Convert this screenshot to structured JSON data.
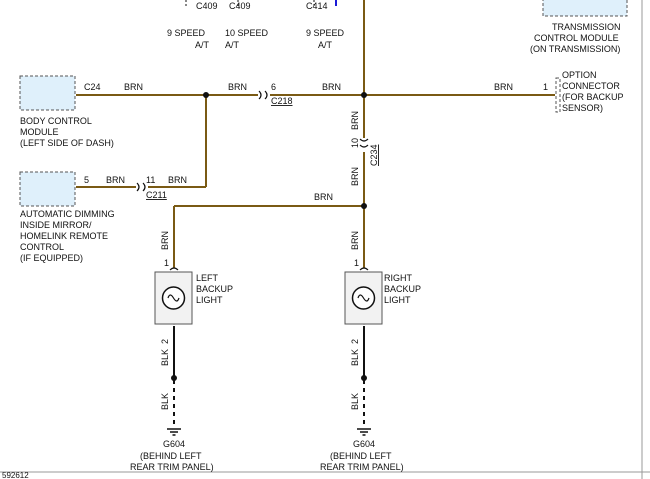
{
  "diagram_id": "592612",
  "colors": {
    "wire_brn": "#7a5a14",
    "wire_blk": "#111111",
    "wire_blue": "#1a1ad6",
    "module_fill": "#dff0fb",
    "module_border": "#555555"
  },
  "top_connectors": [
    {
      "name": "C409",
      "label1": "9 SPEED",
      "label2": "A/T"
    },
    {
      "name": "C409",
      "label1": "10 SPEED",
      "label2": "A/T"
    },
    {
      "name": "C414",
      "label1": "9 SPEED",
      "label2": "A/T"
    }
  ],
  "modules": {
    "tcm": {
      "line1": "TRANSMISSION",
      "line2": "CONTROL MODULE",
      "line3": "(ON TRANSMISSION)"
    },
    "bcm": {
      "line1": "BODY CONTROL",
      "line2": "MODULE",
      "line3": "(LEFT SIDE OF DASH)",
      "connector": "C24"
    },
    "mirror": {
      "line1": "AUTOMATIC DIMMING",
      "line2": "INSIDE MIRROR/",
      "line3": "HOMELINK REMOTE",
      "line4": "CONTROL",
      "line5": "(IF EQUIPPED)",
      "pin": "5"
    },
    "option": {
      "line1": "OPTION",
      "line2": "CONNECTOR",
      "line3": "(FOR BACKUP",
      "line4": "SENSOR)",
      "pin": "1"
    }
  },
  "inline_connectors": {
    "c218": {
      "name": "C218",
      "pin": "6"
    },
    "c211": {
      "name": "C211",
      "pin": "11"
    },
    "c234": {
      "name": "C234",
      "pin": "10"
    }
  },
  "wire_colors": {
    "brn": "BRN",
    "blk": "BLK"
  },
  "lights": {
    "left": {
      "line1": "LEFT",
      "line2": "BACKUP",
      "line3": "LIGHT",
      "pin_top": "1",
      "pin_bottom": "2"
    },
    "right": {
      "line1": "RIGHT",
      "line2": "BACKUP",
      "line3": "LIGHT",
      "pin_top": "1",
      "pin_bottom": "2"
    }
  },
  "grounds": {
    "left": {
      "name": "G604",
      "line1": "(BEHIND LEFT",
      "line2": "REAR TRIM PANEL)"
    },
    "right": {
      "name": "G604",
      "line1": "(BEHIND LEFT",
      "line2": "REAR TRIM PANEL)"
    }
  }
}
